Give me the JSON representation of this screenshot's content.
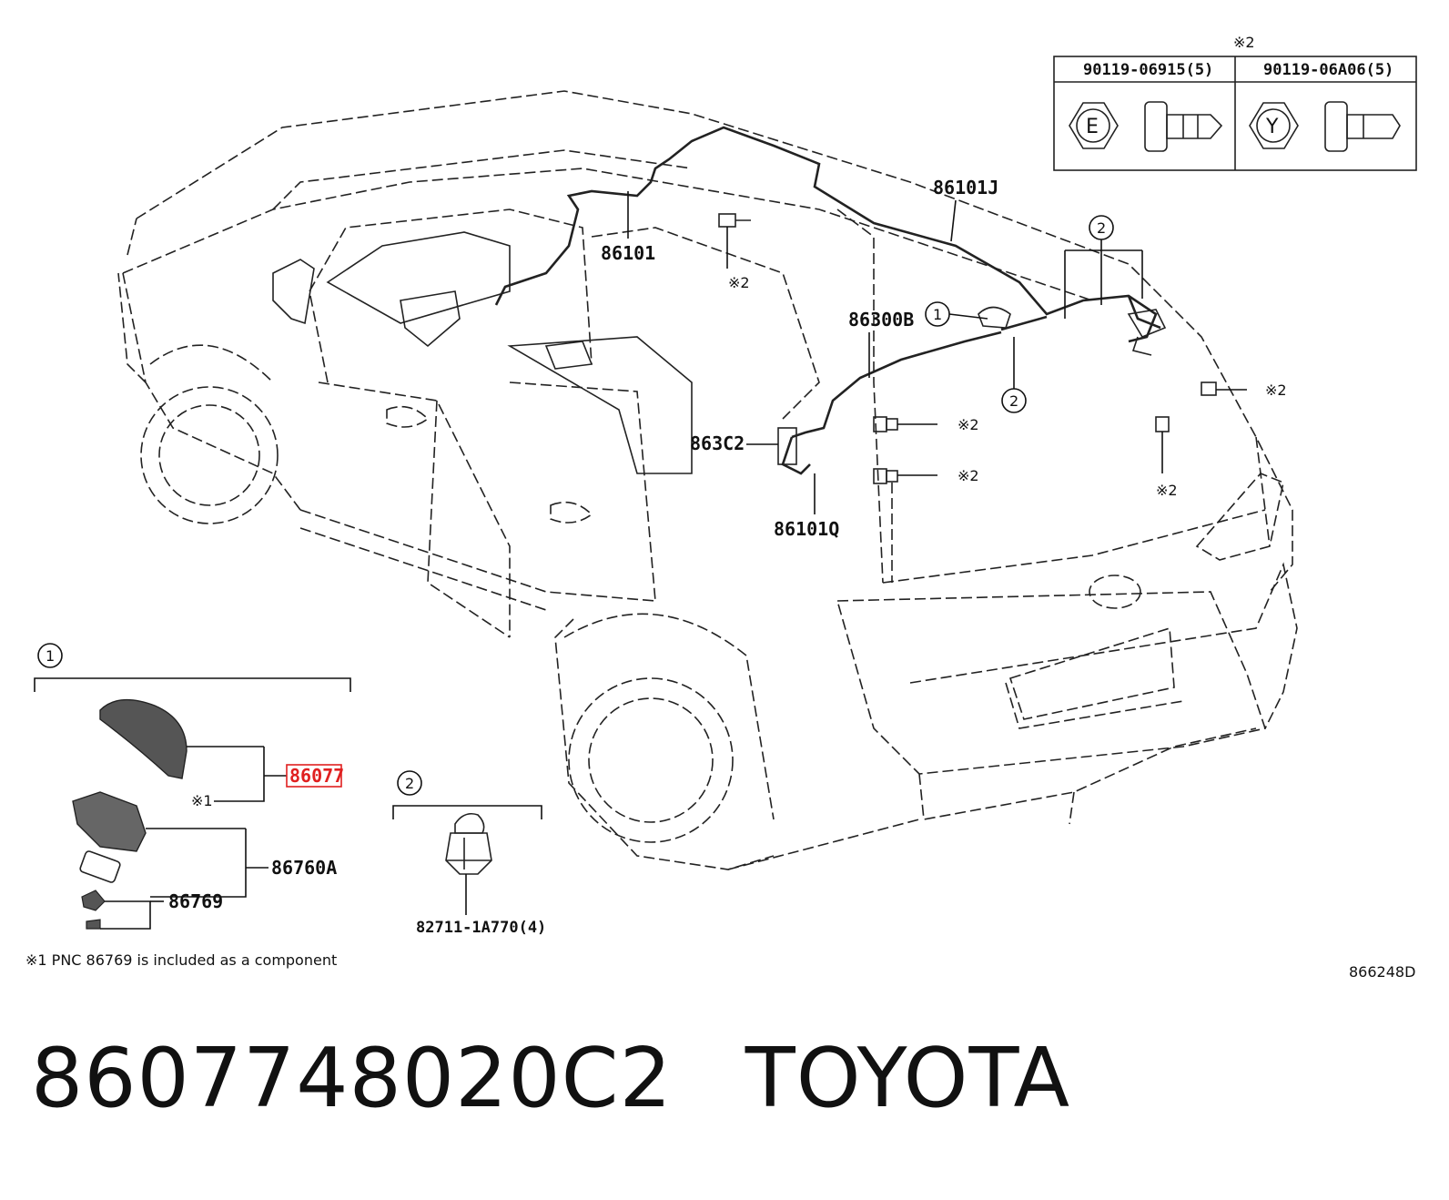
{
  "table": {
    "header_mark": "※2",
    "columns": [
      {
        "part": "90119-06915(5)",
        "head_letter": "E"
      },
      {
        "part": "90119-06A06(5)",
        "head_letter": "Y"
      }
    ]
  },
  "callouts": {
    "p86101J": "86101J",
    "p86101": "86101",
    "p86300B": "86300B",
    "p863C2": "863C2",
    "p86101Q": "86101Q",
    "mark_bolt_top": "※2",
    "mark_bolt_a": "※2",
    "mark_bolt_b": "※2",
    "mark_bolt_right": "※2",
    "mark_bolt_rear": "※2",
    "circle_1": "1",
    "circle_2a": "2",
    "circle_2b": "2"
  },
  "inset1": {
    "circle": "1",
    "p86077": "86077",
    "mark": "※1",
    "p86760A": "86760A",
    "p86769": "86769"
  },
  "inset2": {
    "circle": "2",
    "part": "82711-1A770(4)"
  },
  "footnote": "※1 PNC 86769 is included as a component",
  "diagram_id": "866248D",
  "caption": {
    "part_number": "8607748020C2",
    "brand": "TOYOTA"
  },
  "colors": {
    "highlight": "#e02020",
    "ink": "#111111"
  }
}
